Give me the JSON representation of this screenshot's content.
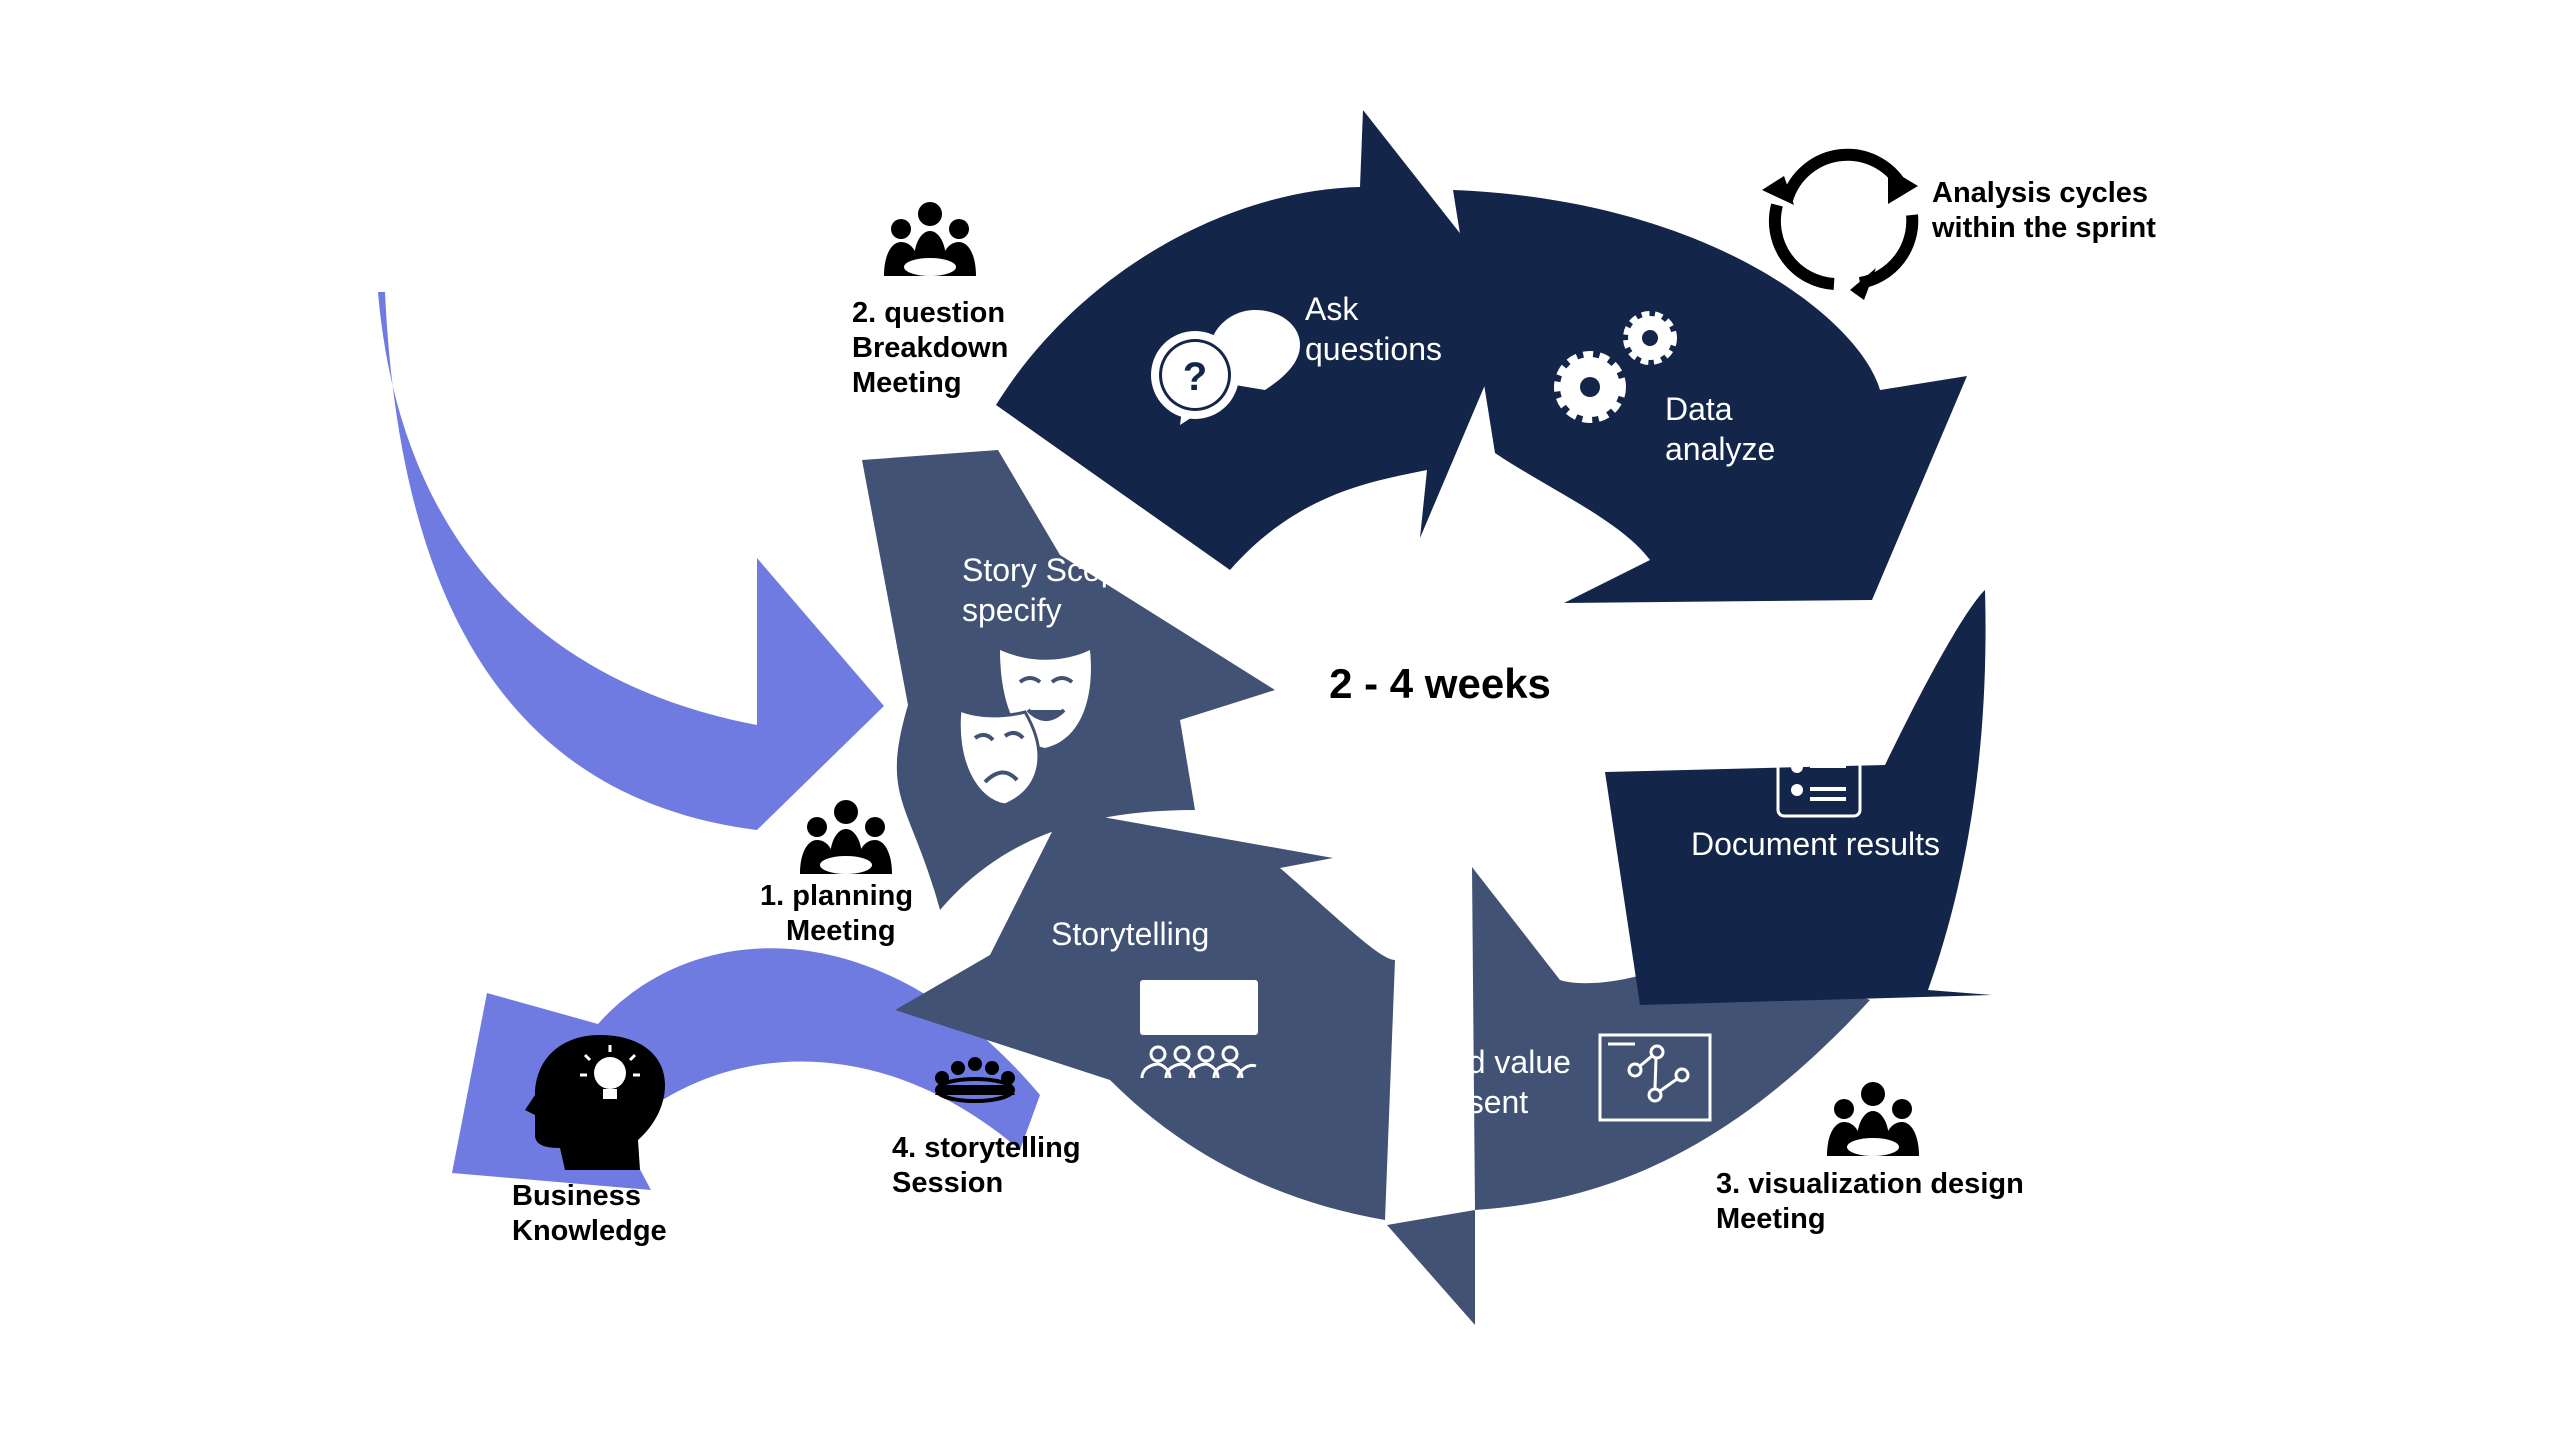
{
  "center": {
    "label": "2 - 4 weeks"
  },
  "colors": {
    "dark_navy": "#14254a",
    "slate_blue": "#415275",
    "periwinkle": "#6f7be0",
    "white": "#ffffff",
    "black": "#000000"
  },
  "segments": {
    "ask": {
      "line1": "Ask",
      "line2": "questions",
      "icon": "question-bubbles-icon"
    },
    "data": {
      "line1": "Data",
      "line2": "analyze",
      "icon": "gears-icon"
    },
    "document": {
      "line1": "Document results",
      "icon": "report-icon"
    },
    "added_value": {
      "line1": "Added value",
      "line2": "represent",
      "icon": "diagram-board-icon"
    },
    "storytelling": {
      "line1": "Storytelling",
      "icon": "audience-screen-icon"
    },
    "story_scope": {
      "line1": "Story Scope",
      "line2": "specify",
      "icon": "theater-masks-icon"
    }
  },
  "meetings": {
    "question_breakdown": {
      "line1": "2. question",
      "line2": "Breakdown",
      "line3": "Meeting",
      "icon": "meeting-icon"
    },
    "planning": {
      "line1": "1. planning",
      "line2": "Meeting",
      "icon": "meeting-icon"
    },
    "visualization": {
      "line1": "3. visualization design",
      "line2": "Meeting",
      "icon": "meeting-icon"
    },
    "storytelling_session": {
      "line1": "4. storytelling",
      "line2": "Session",
      "icon": "audience-icon"
    }
  },
  "cycle_note": {
    "line1": "Analysis cycles",
    "line2": "within the sprint",
    "icon": "cycle-arrows-icon"
  },
  "business": {
    "line1": "Business",
    "line2": "Knowledge",
    "icon": "head-lightbulb-icon"
  }
}
